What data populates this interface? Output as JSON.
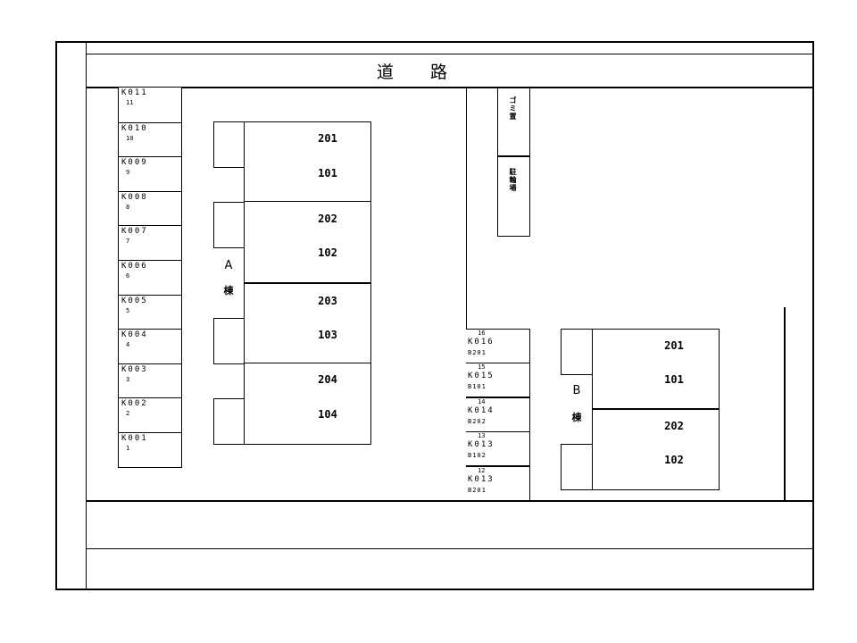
{
  "road": {
    "label": "道　　路"
  },
  "left_parking": [
    {
      "code": "K011",
      "num": "11"
    },
    {
      "code": "K010",
      "num": "10"
    },
    {
      "code": "K009",
      "num": "9"
    },
    {
      "code": "K008",
      "num": "8"
    },
    {
      "code": "K007",
      "num": "7"
    },
    {
      "code": "K006",
      "num": "6"
    },
    {
      "code": "K005",
      "num": "5"
    },
    {
      "code": "K004",
      "num": "4"
    },
    {
      "code": "K003",
      "num": "3"
    },
    {
      "code": "K002",
      "num": "2"
    },
    {
      "code": "K001",
      "num": "1"
    }
  ],
  "building_a": {
    "label": "A",
    "suffix": "棟",
    "rooms": [
      {
        "upper": "201",
        "lower": "101"
      },
      {
        "upper": "202",
        "lower": "102"
      },
      {
        "upper": "203",
        "lower": "103"
      },
      {
        "upper": "204",
        "lower": "104"
      }
    ]
  },
  "garbage": {
    "label": "ゴミ置"
  },
  "bicycle": {
    "label": "駐輪場"
  },
  "right_parking": [
    {
      "num": "16",
      "code": "K016",
      "unit": "B201"
    },
    {
      "num": "15",
      "code": "K015",
      "unit": "B101"
    },
    {
      "num": "14",
      "code": "K014",
      "unit": "B202"
    },
    {
      "num": "13",
      "code": "K013",
      "unit": "B102"
    },
    {
      "num": "12",
      "code": "K013",
      "unit": "B201"
    }
  ],
  "building_b": {
    "label": "B",
    "suffix": "棟",
    "rooms": [
      {
        "upper": "201",
        "lower": "101"
      },
      {
        "upper": "202",
        "lower": "102"
      }
    ]
  }
}
